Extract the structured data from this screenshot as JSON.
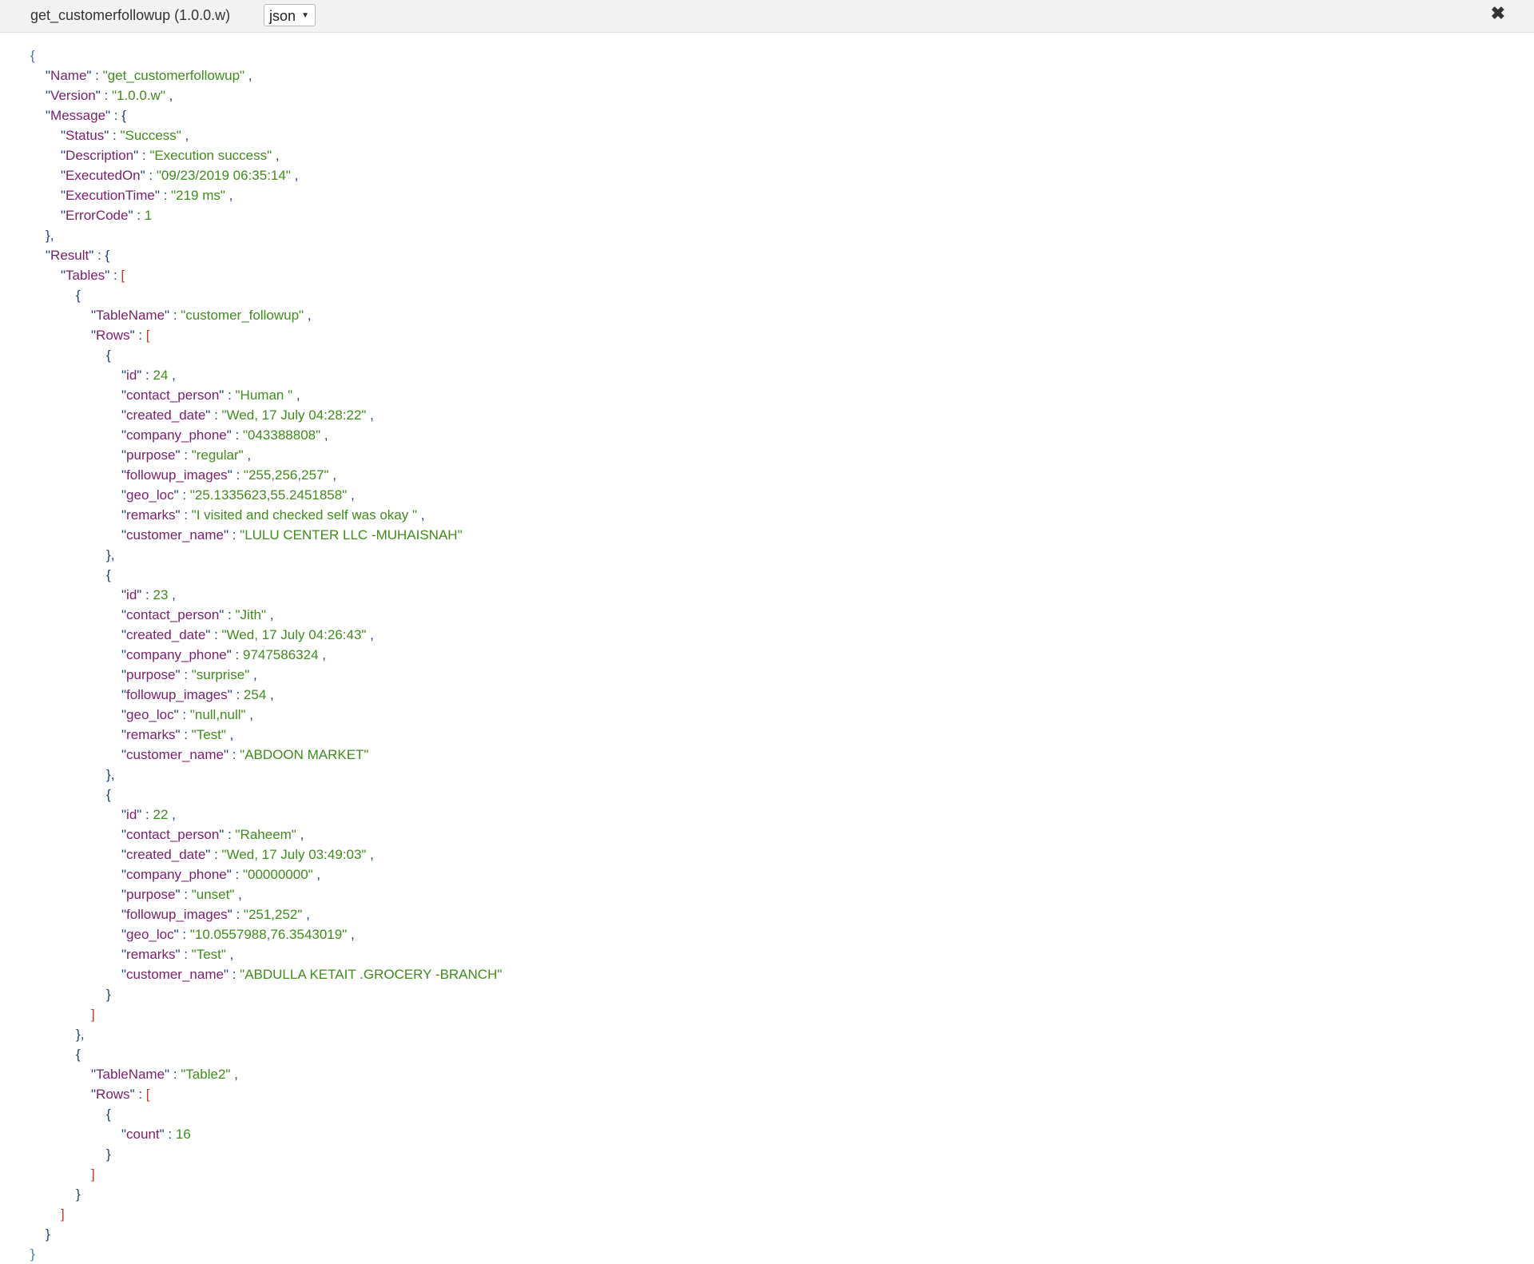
{
  "header": {
    "title": "get_customerfollowup (1.0.0.w)",
    "format_selected": "json",
    "format_arrow": "▼",
    "close_icon": "✖"
  },
  "json": {
    "Name": "get_customerfollowup",
    "Version": "1.0.0.w",
    "Message": {
      "Status": "Success",
      "Description": "Execution success",
      "ExecutedOn": "09/23/2019 06:35:14",
      "ExecutionTime": "219 ms",
      "ErrorCode": 1
    },
    "Result": {
      "Tables": [
        {
          "TableName": "customer_followup",
          "Rows": [
            {
              "id": 24,
              "contact_person": "Human ",
              "created_date": "Wed, 17 July 04:28:22",
              "company_phone": "043388808",
              "purpose": "regular",
              "followup_images": "255,256,257",
              "geo_loc": "25.1335623,55.2451858",
              "remarks": "I visited and checked self was okay ",
              "customer_name": "LULU CENTER LLC -MUHAISNAH"
            },
            {
              "id": 23,
              "contact_person": "Jith",
              "created_date": "Wed, 17 July 04:26:43",
              "company_phone": 9747586324,
              "purpose": "surprise",
              "followup_images": 254,
              "geo_loc": "null,null",
              "remarks": "Test",
              "customer_name": "ABDOON MARKET"
            },
            {
              "id": 22,
              "contact_person": "Raheem",
              "created_date": "Wed, 17 July 03:49:03",
              "company_phone": "00000000",
              "purpose": "unset",
              "followup_images": "251,252",
              "geo_loc": "10.0557988,76.3543019",
              "remarks": "Test",
              "customer_name": "ABDULLA KETAIT .GROCERY -BRANCH"
            }
          ]
        },
        {
          "TableName": "Table2",
          "Rows": [
            {
              "count": 16
            }
          ]
        }
      ]
    }
  }
}
